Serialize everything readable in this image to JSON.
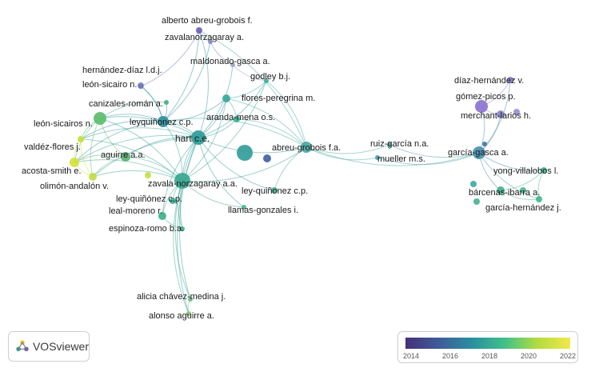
{
  "app": {
    "logo_text": "VOSviewer",
    "logo_icon": "vosviewer-logo-icon"
  },
  "legend": {
    "ticks": [
      "2014",
      "2016",
      "2018",
      "2020",
      "2022"
    ],
    "gradient": [
      "#46307a",
      "#3e5b9a",
      "#2b8ea0",
      "#3fc08a",
      "#b2dc40",
      "#f2e84b"
    ]
  },
  "nodes": [
    {
      "id": "alberto",
      "label": "alberto abreu-grobois f.",
      "color": "#6f63b8"
    },
    {
      "id": "zavalanor",
      "label": "zavalanorzagaray a.",
      "color": "#8a84c4"
    },
    {
      "id": "maldonado",
      "label": "maldonado-gasca a.",
      "color": "#9aa6cf"
    },
    {
      "id": "hernandezdiaz",
      "label": "hernández-díaz l.d.j.",
      "color": "#7e86bf"
    },
    {
      "id": "godley",
      "label": "godley b.j.",
      "color": "#3fae9c"
    },
    {
      "id": "leonsicairo",
      "label": "león-sicairo n.",
      "color": "#6d7ab5"
    },
    {
      "id": "floresperegrina",
      "label": "flores-peregrina m.",
      "color": "#37a99b"
    },
    {
      "id": "canizales",
      "label": "canizales-román a.",
      "color": "#43b183"
    },
    {
      "id": "arandamena",
      "label": "aranda-mena o.s.",
      "color": "#3bb08e"
    },
    {
      "id": "leonsicairos",
      "label": "león-sicairos n.",
      "color": "#5cbd6c"
    },
    {
      "id": "leyquinonez1",
      "label": "leyquiñonez c.p.",
      "color": "#2f8f9c"
    },
    {
      "id": "hartce",
      "label": "hart c.e.",
      "color": "#2f9b98"
    },
    {
      "id": "abreugrobois",
      "label": "abreu-grobois f.a.",
      "color": "#4aa8a2"
    },
    {
      "id": "valdezflores",
      "label": "valdéz-flores j.",
      "color": "#c7df3c"
    },
    {
      "id": "aguirre",
      "label": "aguirre a.a.",
      "color": "#5db076"
    },
    {
      "id": "acostasmith",
      "label": "acosta-smith e.",
      "color": "#d2e23b"
    },
    {
      "id": "olimon",
      "label": "olimón-andalón v.",
      "color": "#c2dc45"
    },
    {
      "id": "zavalanorzagaray",
      "label": "zavala-norzagaray a.a.",
      "color": "#3aa691"
    },
    {
      "id": "leyquinonez2",
      "label": "ley-quiñónez c.p.",
      "color": "#3aae92"
    },
    {
      "id": "leyquinonez3",
      "label": "ley-quiñonez c.p.",
      "color": "#4bb68b"
    },
    {
      "id": "lealmoreno",
      "label": "leal-moreno r.",
      "color": "#3bb38a"
    },
    {
      "id": "llamas",
      "label": "llamas-gonzales i.",
      "color": "#4cb58b"
    },
    {
      "id": "espinoza",
      "label": "espinoza-romo b.a.",
      "color": "#3cb28c"
    },
    {
      "id": "alicia",
      "label": "alicia chávez-medina j.",
      "color": "#6fbb84"
    },
    {
      "id": "alonso",
      "label": "alonso aguirre a.",
      "color": "#80c47a"
    },
    {
      "id": "ruizgarcia",
      "label": "ruiz-garcía n.a.",
      "color": "#4f9da8"
    },
    {
      "id": "mueller",
      "label": "mueller m.s.",
      "color": "#4f9da8"
    },
    {
      "id": "diazhernandez",
      "label": "díaz-hernández v.",
      "color": "#8d7ed1"
    },
    {
      "id": "gomezpicos",
      "label": "gómez-picos p.",
      "color": "#8b73cf"
    },
    {
      "id": "merchant",
      "label": "merchant-larios h.",
      "color": "#8d84cf"
    },
    {
      "id": "garciagasca",
      "label": "garcía-gasca a.",
      "color": "#4a8fb0"
    },
    {
      "id": "yong",
      "label": "yong-villalobos l.",
      "color": "#44b98b"
    },
    {
      "id": "barcenas",
      "label": "bárcenas-ibarra a.",
      "color": "#43b08b"
    },
    {
      "id": "garciahernandez",
      "label": "garcía-hernández j.",
      "color": "#44b98c"
    }
  ]
}
